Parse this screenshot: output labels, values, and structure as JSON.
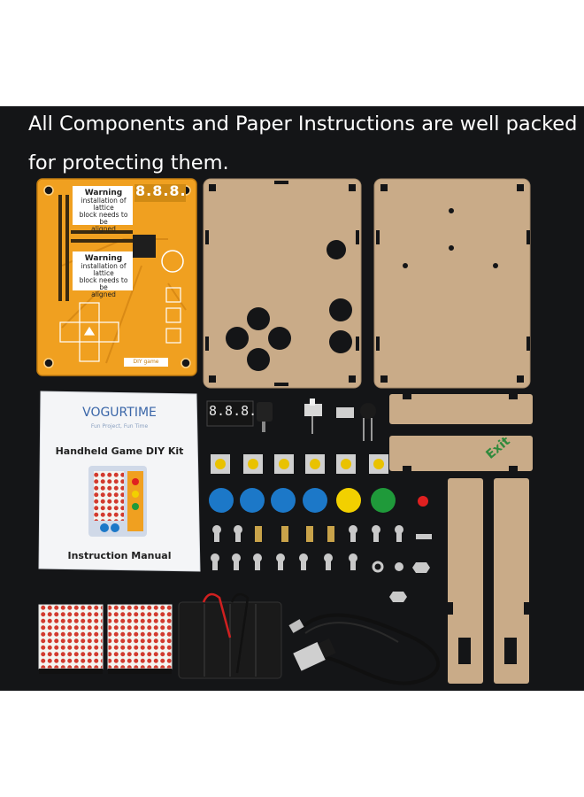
{
  "caption": {
    "line1": "All Components and Paper Instructions are well packed",
    "line2": "for protecting them."
  },
  "pcb": {
    "warning_title": "Warning",
    "warning_text_1": "installation of lattice",
    "warning_text_2": "block needs to be",
    "warning_text_3": "aligned",
    "display_digits": "8.8.8.",
    "corner_label": "DIY game"
  },
  "manual": {
    "brand": "VOGURTIME",
    "slogan": "Fun Project, Fun Time",
    "title": "Handheld Game DIY Kit",
    "footer": "Instruction Manual"
  },
  "parts": {
    "seg_display_digits": "8.8.8.",
    "sticker_text": "Exit"
  },
  "colors": {
    "background": "#141517",
    "pcb": "#f0a020",
    "acrylic": "#c9ab88",
    "button_blue": "#1c78c8",
    "button_yellow": "#f2d000",
    "button_green": "#1f9a3a",
    "button_red": "#e02020"
  }
}
